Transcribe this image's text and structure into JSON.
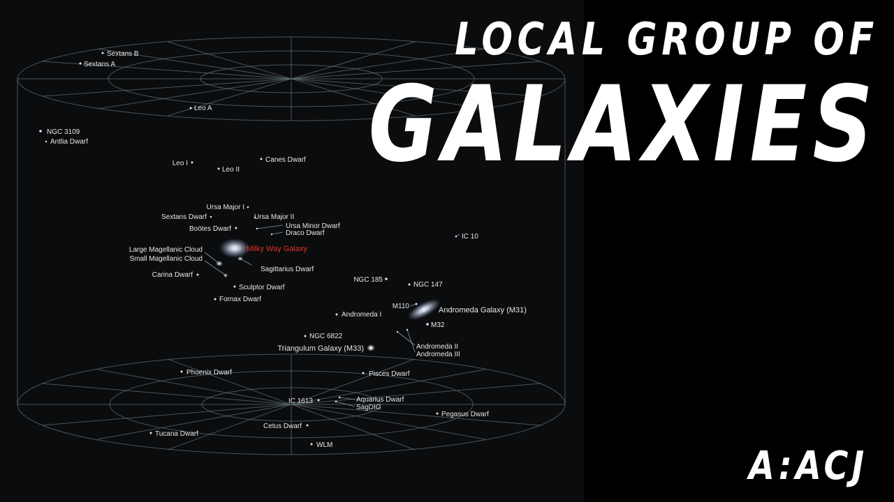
{
  "title": {
    "line1": "LOCAL GROUP OF",
    "line2": "GALAXIES"
  },
  "channel": "A:ACJ",
  "colors": {
    "background": "#000000",
    "grid": "#5e6d72",
    "highlight": "#e53025",
    "label": "#e8e8e8"
  },
  "galaxies": [
    {
      "id": "sextans-b",
      "label": "Sextans B"
    },
    {
      "id": "sextans-a",
      "label": "Sextans A"
    },
    {
      "id": "leo-a",
      "label": "Leo A"
    },
    {
      "id": "ngc-3109",
      "label": "NGC 3109"
    },
    {
      "id": "antlia-dwarf",
      "label": "Antlia Dwarf"
    },
    {
      "id": "leo-i",
      "label": "Leo I"
    },
    {
      "id": "leo-ii",
      "label": "Leo II"
    },
    {
      "id": "canes-dwarf",
      "label": "Canes Dwarf"
    },
    {
      "id": "ursa-major-i",
      "label": "Ursa Major I"
    },
    {
      "id": "sextans-dwarf",
      "label": "Sextans Dwarf"
    },
    {
      "id": "ursa-major-ii",
      "label": "Ursa Major II"
    },
    {
      "id": "bootes-dwarf",
      "label": "Boötes Dwarf"
    },
    {
      "id": "ursa-minor-dwarf",
      "label": "Ursa Minor Dwarf"
    },
    {
      "id": "draco-dwarf",
      "label": "Draco Dwarf"
    },
    {
      "id": "milky-way",
      "label": "Milky Way Galaxy"
    },
    {
      "id": "lmc",
      "label": "Large Magellanic Cloud"
    },
    {
      "id": "smc",
      "label": "Small Magellanic Cloud"
    },
    {
      "id": "sagittarius-dwarf",
      "label": "Sagittarius Dwarf"
    },
    {
      "id": "carina-dwarf",
      "label": "Carina Dwarf"
    },
    {
      "id": "sculptor-dwarf",
      "label": "Sculptor Dwarf"
    },
    {
      "id": "fornax-dwarf",
      "label": "Fornax Dwarf"
    },
    {
      "id": "ic-10",
      "label": "IC 10"
    },
    {
      "id": "ngc-185",
      "label": "NGC 185"
    },
    {
      "id": "ngc-147",
      "label": "NGC 147"
    },
    {
      "id": "m110",
      "label": "M110"
    },
    {
      "id": "andromeda-galaxy",
      "label": "Andromeda Galaxy (M31)"
    },
    {
      "id": "andromeda-i",
      "label": "Andromeda I"
    },
    {
      "id": "m32",
      "label": "M32"
    },
    {
      "id": "ngc-6822",
      "label": "NGC 6822"
    },
    {
      "id": "triangulum-galaxy",
      "label": "Triangulum Galaxy (M33)"
    },
    {
      "id": "andromeda-ii",
      "label": "Andromeda II"
    },
    {
      "id": "andromeda-iii",
      "label": "Andromeda III"
    },
    {
      "id": "phoenix-dwarf",
      "label": "Phoenix Dwarf"
    },
    {
      "id": "pisces-dwarf",
      "label": "Pisces Dwarf"
    },
    {
      "id": "ic-1613",
      "label": "IC 1613"
    },
    {
      "id": "aquarius-dwarf",
      "label": "Aquarius Dwarf"
    },
    {
      "id": "sagdig",
      "label": "SagDIG"
    },
    {
      "id": "pegasus-dwarf",
      "label": "Pegasus Dwarf"
    },
    {
      "id": "cetus-dwarf",
      "label": "Cetus Dwarf"
    },
    {
      "id": "tucana-dwarf",
      "label": "Tucana Dwarf"
    },
    {
      "id": "wlm",
      "label": "WLM"
    }
  ]
}
